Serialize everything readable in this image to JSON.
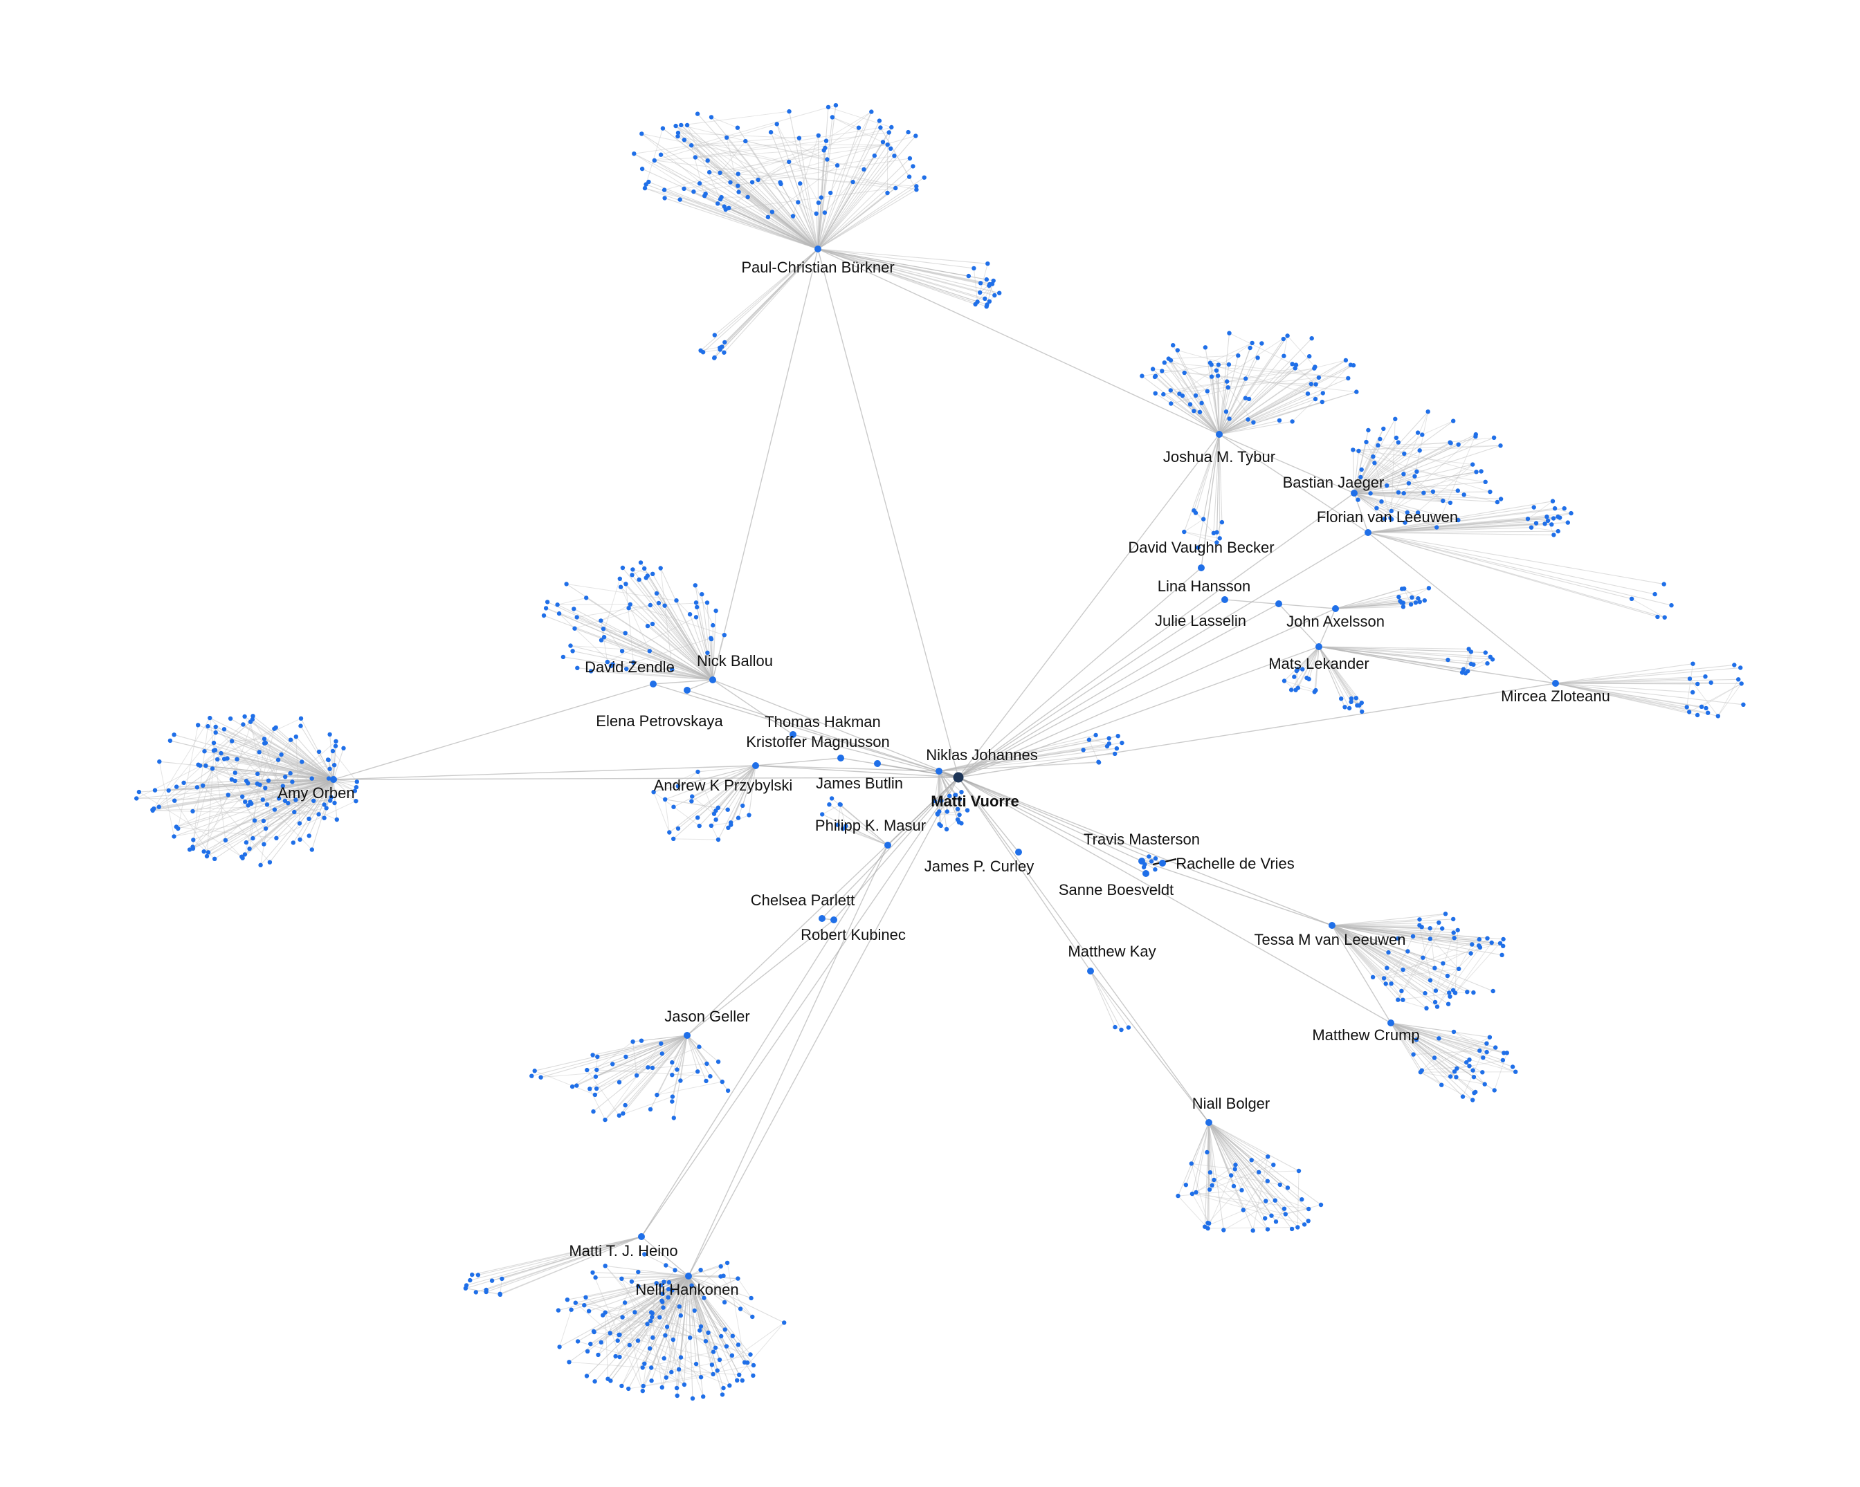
{
  "graph": {
    "colors": {
      "node": "#1f6fe8",
      "ego_node": "#1d3557",
      "edge": "#b9b9b9",
      "label": "#111111"
    },
    "ego": "Matti Vuorre",
    "people": [
      {
        "id": "matti-vuorre",
        "name": "Matti Vuorre"
      },
      {
        "id": "paul-christian-burkner",
        "name": "Paul-Christian Bürkner"
      },
      {
        "id": "joshua-m-tybur",
        "name": "Joshua M. Tybur"
      },
      {
        "id": "bastian-jaeger",
        "name": "Bastian Jaeger"
      },
      {
        "id": "florian-van-leeuwen",
        "name": "Florian van Leeuwen"
      },
      {
        "id": "david-vaughn-becker",
        "name": "David Vaughn Becker"
      },
      {
        "id": "lina-hansson",
        "name": "Lina Hansson"
      },
      {
        "id": "julie-lasselin",
        "name": "Julie Lasselin"
      },
      {
        "id": "john-axelsson",
        "name": "John Axelsson"
      },
      {
        "id": "mats-lekander",
        "name": "Mats Lekander"
      },
      {
        "id": "mircea-zloteanu",
        "name": "Mircea Zloteanu"
      },
      {
        "id": "david-zendle",
        "name": "David Zendle"
      },
      {
        "id": "nick-ballou",
        "name": "Nick Ballou"
      },
      {
        "id": "elena-petrovskaya",
        "name": "Elena Petrovskaya"
      },
      {
        "id": "thomas-hakman",
        "name": "Thomas Hakman"
      },
      {
        "id": "kristoffer-magnusson",
        "name": "Kristoffer Magnusson"
      },
      {
        "id": "niklas-johannes",
        "name": "Niklas Johannes"
      },
      {
        "id": "andrew-k-przybylski",
        "name": "Andrew K Przybylski"
      },
      {
        "id": "james-butlin",
        "name": "James Butlin"
      },
      {
        "id": "amy-orben",
        "name": "Amy Orben"
      },
      {
        "id": "philipp-k-masur",
        "name": "Philipp K. Masur"
      },
      {
        "id": "james-p-curley",
        "name": "James P. Curley"
      },
      {
        "id": "travis-masterson",
        "name": "Travis Masterson"
      },
      {
        "id": "rachelle-de-vries",
        "name": "Rachelle de Vries"
      },
      {
        "id": "sanne-boesveldt",
        "name": "Sanne Boesveldt"
      },
      {
        "id": "chelsea-parlett",
        "name": "Chelsea Parlett"
      },
      {
        "id": "robert-kubinec",
        "name": "Robert Kubinec"
      },
      {
        "id": "matthew-kay",
        "name": "Matthew Kay"
      },
      {
        "id": "tessa-m-van-leeuwen",
        "name": "Tessa M van Leeuwen"
      },
      {
        "id": "matthew-crump",
        "name": "Matthew Crump"
      },
      {
        "id": "jason-geller",
        "name": "Jason Geller"
      },
      {
        "id": "niall-bolger",
        "name": "Niall Bolger"
      },
      {
        "id": "matti-t-j-heino",
        "name": "Matti T. J. Heino"
      },
      {
        "id": "nelli-hankonen",
        "name": "Nelli Hankonen"
      }
    ]
  }
}
